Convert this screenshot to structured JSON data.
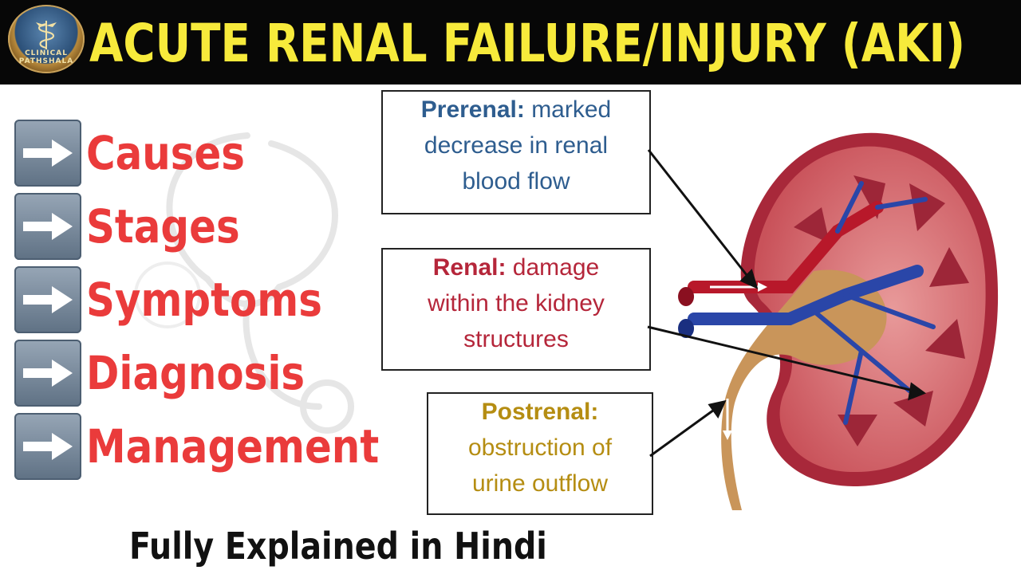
{
  "header": {
    "title": "ACUTE RENAL FAILURE/INJURY (AKI)",
    "logo_text": "CLINICAL PATHSHALA"
  },
  "menu": {
    "items": [
      {
        "label": "Causes",
        "icon": "right-arrow-icon"
      },
      {
        "label": "Stages",
        "icon": "right-arrow-icon"
      },
      {
        "label": "Symptoms",
        "icon": "right-arrow-icon"
      },
      {
        "label": "Diagnosis",
        "icon": "right-arrow-icon"
      },
      {
        "label": "Management",
        "icon": "right-arrow-icon"
      }
    ]
  },
  "callouts": {
    "prerenal": {
      "key": "Prerenal:",
      "line1": "marked",
      "line2": "decrease in renal",
      "line3": "blood flow"
    },
    "renal": {
      "key": "Renal:",
      "line1": "damage",
      "line2": "within the kidney",
      "line3": "structures"
    },
    "postrenal": {
      "key": "Postrenal:",
      "line1": "obstruction of",
      "line2": "urine outflow"
    }
  },
  "footer": {
    "text": "Fully Explained in Hindi"
  },
  "colors": {
    "title": "#f7ea3b",
    "menu_label": "#ea3b3b",
    "prerenal": "#2e5d8f",
    "renal": "#b5263a",
    "postrenal": "#b58d12"
  }
}
